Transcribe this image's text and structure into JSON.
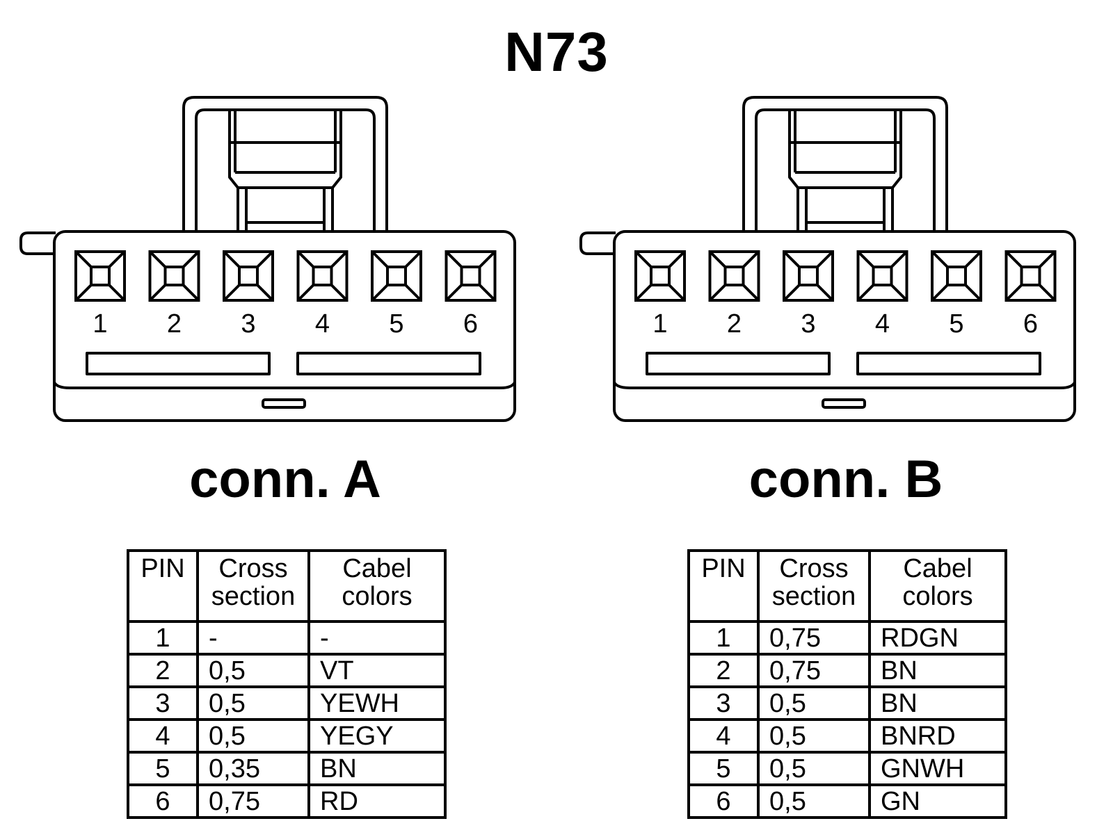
{
  "title": "N73",
  "connectors": [
    {
      "id": "A",
      "label": "conn. A",
      "pin_numbers": [
        "1",
        "2",
        "3",
        "4",
        "5",
        "6"
      ],
      "table": {
        "headers": {
          "pin": "PIN",
          "cross_line1": "Cross",
          "cross_line2": "section",
          "color_line1": "Cabel",
          "color_line2": "colors"
        },
        "rows": [
          {
            "pin": "1",
            "cross": "-",
            "color": "-"
          },
          {
            "pin": "2",
            "cross": "0,5",
            "color": "VT"
          },
          {
            "pin": "3",
            "cross": "0,5",
            "color": "YEWH"
          },
          {
            "pin": "4",
            "cross": "0,5",
            "color": "YEGY"
          },
          {
            "pin": "5",
            "cross": "0,35",
            "color": "BN"
          },
          {
            "pin": "6",
            "cross": "0,75",
            "color": "RD"
          }
        ]
      }
    },
    {
      "id": "B",
      "label": "conn. B",
      "pin_numbers": [
        "1",
        "2",
        "3",
        "4",
        "5",
        "6"
      ],
      "table": {
        "headers": {
          "pin": "PIN",
          "cross_line1": "Cross",
          "cross_line2": "section",
          "color_line1": "Cabel",
          "color_line2": "colors"
        },
        "rows": [
          {
            "pin": "1",
            "cross": "0,75",
            "color": "RDGN"
          },
          {
            "pin": "2",
            "cross": "0,75",
            "color": "BN"
          },
          {
            "pin": "3",
            "cross": "0,5",
            "color": "BN"
          },
          {
            "pin": "4",
            "cross": "0,5",
            "color": "BNRD"
          },
          {
            "pin": "5",
            "cross": "0,5",
            "color": "GNWH"
          },
          {
            "pin": "6",
            "cross": "0,5",
            "color": "GN"
          }
        ]
      }
    }
  ]
}
